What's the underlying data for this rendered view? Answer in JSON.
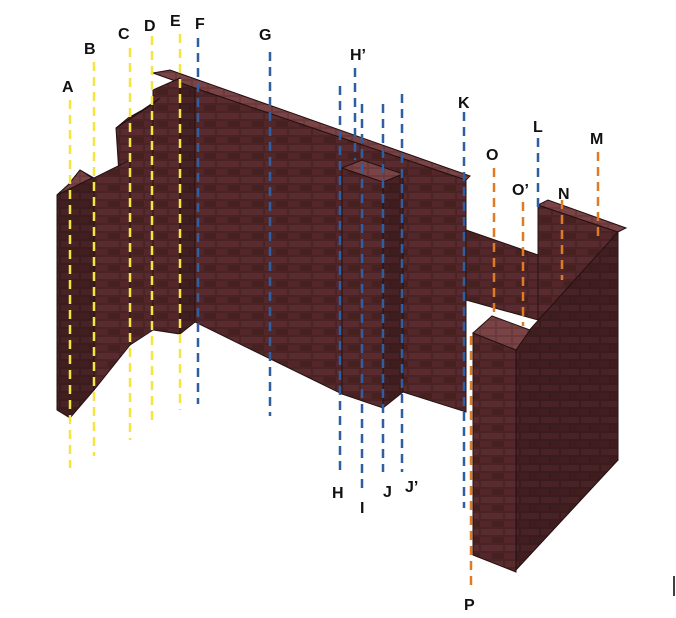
{
  "labels": {
    "A": "A",
    "B": "B",
    "C": "C",
    "D": "D",
    "E": "E",
    "F": "F",
    "G": "G",
    "H_prime": "H’",
    "H": "H",
    "I": "I",
    "J": "J",
    "J_prime": "J’",
    "K": "K",
    "L": "L",
    "M": "M",
    "N": "N",
    "O": "O",
    "O_prime": "O’",
    "P": "P"
  },
  "colors": {
    "group_yellow": "#f4e542",
    "group_blue": "#2f5fa0",
    "group_orange": "#e07b25",
    "brick_dark": "#3c1d20",
    "brick_mid": "#4b2427",
    "brick_light": "#5e2f30",
    "brick_top": "#6b3a3c",
    "mortar": "#2a1415"
  }
}
